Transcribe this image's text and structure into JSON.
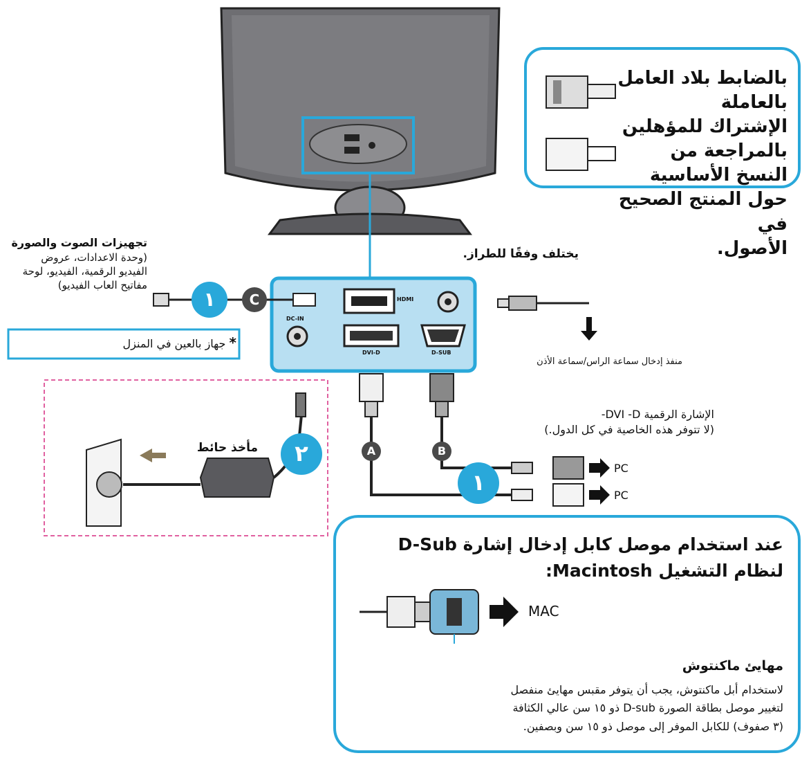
{
  "top_note": {
    "lines": [
      "بالضابط بلاد العامل بالعاملة",
      "الإشتراك للمؤهلين",
      "بالمراجعة من النسخ الأساسية",
      "حول المنتج الصحيح في",
      "الأصول."
    ]
  },
  "av_devices": {
    "title": "تجهيزات الصوت والصورة",
    "line1": "(وحدة الاعدادات، عروض",
    "line2": "الفيديو الرقمية، الفيديو، لوحة",
    "line3": "مفاتيح العاب الفيديو)"
  },
  "model_note": "يختلف وفقًا للطراز.",
  "star_note": {
    "star": "*",
    "text": "جهاز بالعين في المنزل"
  },
  "headphone_label": "منفذ إدخال سماعة الراس/سماعة الأذن",
  "dvi": {
    "line1": "الإشارة الرقمية DVI -D-",
    "line2": "(لا تتوفر هذه الخاصية في كل الدول.)"
  },
  "wall_outlet": "مأخذ حائط",
  "badges": {
    "c": "C",
    "a": "A",
    "b": "B",
    "one": "١",
    "two": "٢"
  },
  "pc_labels": {
    "pc1": "PC",
    "pc2": "PC"
  },
  "ports": {
    "hdmi": "HDMI",
    "dcin": "DC-IN",
    "dvid": "DVI-D",
    "dsub": "D-SUB"
  },
  "mac_box": {
    "heading1": "عند استخدام موصل كابل إدخال إشارة D-Sub",
    "heading2": "لنظام التشغيل Macintosh:",
    "mac_label": "MAC",
    "subtitle": "مهايئ ماكنتوش",
    "body1": "لاستخدام أبل ماكنتوش، يجب أن يتوفر مقبس مهايئ منفصل",
    "body2": "لتغيير موصل بطاقة الصورة D-sub ذو ١٥ سن عالي الكثافة",
    "body3": "(٣ صفوف) للكابل الموفر إلى موصل ذو ١٥ سن وبصفين."
  },
  "colors": {
    "accent": "#29a8da",
    "dashed": "#e060a0",
    "monitor": "#6e6e72",
    "port_bg": "#b8dff2"
  }
}
